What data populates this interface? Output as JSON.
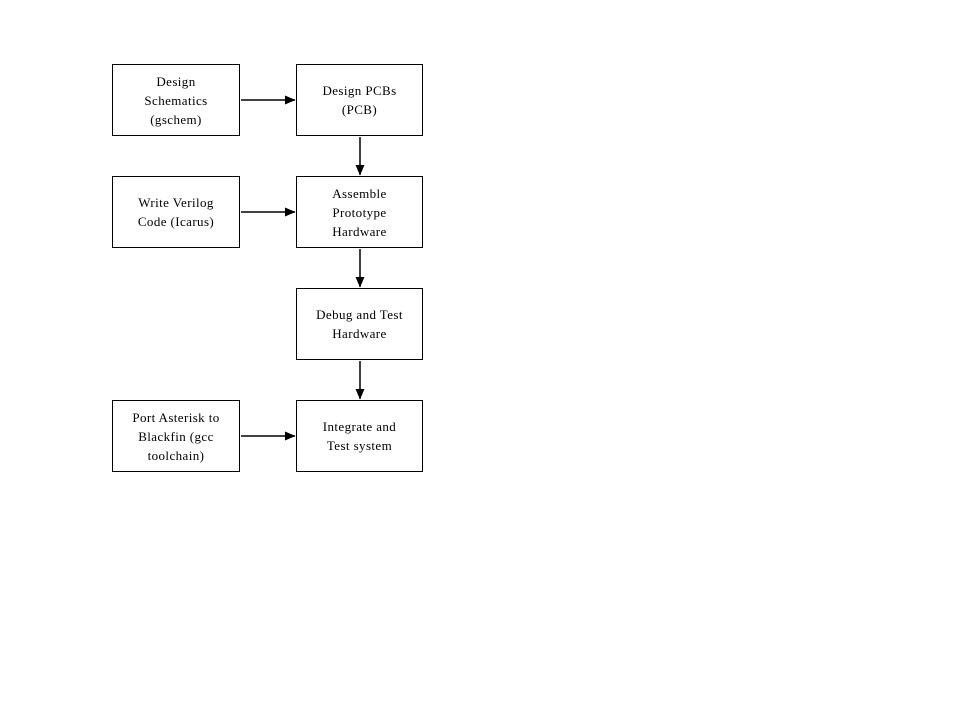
{
  "diagram": {
    "type": "flowchart",
    "background_color": "#ffffff",
    "node_border_color": "#000000",
    "node_fill_color": "#ffffff",
    "text_color": "#000000",
    "nodes": {
      "design_schematics": {
        "label": "Design\nSchematics\n(gschem)"
      },
      "design_pcbs": {
        "label": "Design PCBs\n(PCB)"
      },
      "write_verilog": {
        "label": "Write Verilog\nCode (Icarus)"
      },
      "assemble_prototype": {
        "label": "Assemble\nPrototype\nHardware"
      },
      "debug_test": {
        "label": "Debug and Test\nHardware"
      },
      "port_asterisk": {
        "label": "Port Asterisk to\nBlackfin (gcc\ntoolchain)"
      },
      "integrate_test": {
        "label": "Integrate and\nTest system"
      }
    },
    "edges": [
      {
        "from": "design_schematics",
        "to": "design_pcbs",
        "direction": "right"
      },
      {
        "from": "design_pcbs",
        "to": "assemble_prototype",
        "direction": "down"
      },
      {
        "from": "write_verilog",
        "to": "assemble_prototype",
        "direction": "right"
      },
      {
        "from": "assemble_prototype",
        "to": "debug_test",
        "direction": "down"
      },
      {
        "from": "debug_test",
        "to": "integrate_test",
        "direction": "down"
      },
      {
        "from": "port_asterisk",
        "to": "integrate_test",
        "direction": "right"
      }
    ]
  }
}
